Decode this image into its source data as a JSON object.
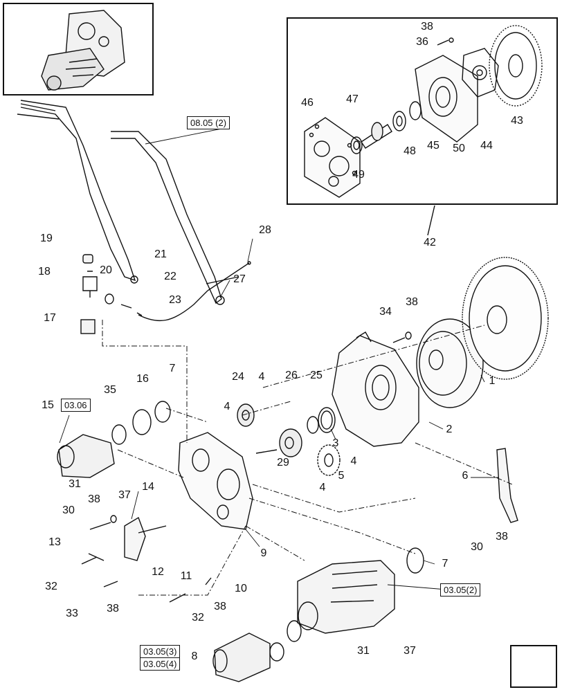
{
  "callouts": {
    "n1": "1",
    "n2": "2",
    "n3": "3",
    "n4a": "4",
    "n4b": "4",
    "n4c": "4",
    "n4d": "4",
    "n5": "5",
    "n6": "6",
    "n7a": "7",
    "n7b": "7",
    "n8": "8",
    "n9": "9",
    "n10": "10",
    "n11": "11",
    "n12": "12",
    "n13": "13",
    "n14": "14",
    "n15": "15",
    "n16": "16",
    "n17": "17",
    "n18": "18",
    "n19": "19",
    "n20": "20",
    "n21": "21",
    "n22": "22",
    "n23": "23",
    "n24": "24",
    "n25": "25",
    "n26": "26",
    "n27": "27",
    "n28": "28",
    "n29": "29",
    "n30a": "30",
    "n30b": "30",
    "n31a": "31",
    "n31b": "31",
    "n32a": "32",
    "n32b": "32",
    "n33": "33",
    "n34": "34",
    "n35": "35",
    "n36": "36",
    "n37a": "37",
    "n37b": "37",
    "n38a": "38",
    "n38b": "38",
    "n38c": "38",
    "n38d": "38",
    "n38e": "38",
    "n38f": "38",
    "n42": "42",
    "n43": "43",
    "n44": "44",
    "n45": "45",
    "n46": "46",
    "n47": "47",
    "n48": "48",
    "n49": "49",
    "n50": "50"
  },
  "references": {
    "r0805": "08.05 (2)",
    "r0306": "03.06",
    "r0305_2": "03.05(2)",
    "r0305_3": "03.05(3)",
    "r0305_4": "03.05(4)"
  },
  "icons": {
    "nav": "next-page-arrow-icon"
  }
}
